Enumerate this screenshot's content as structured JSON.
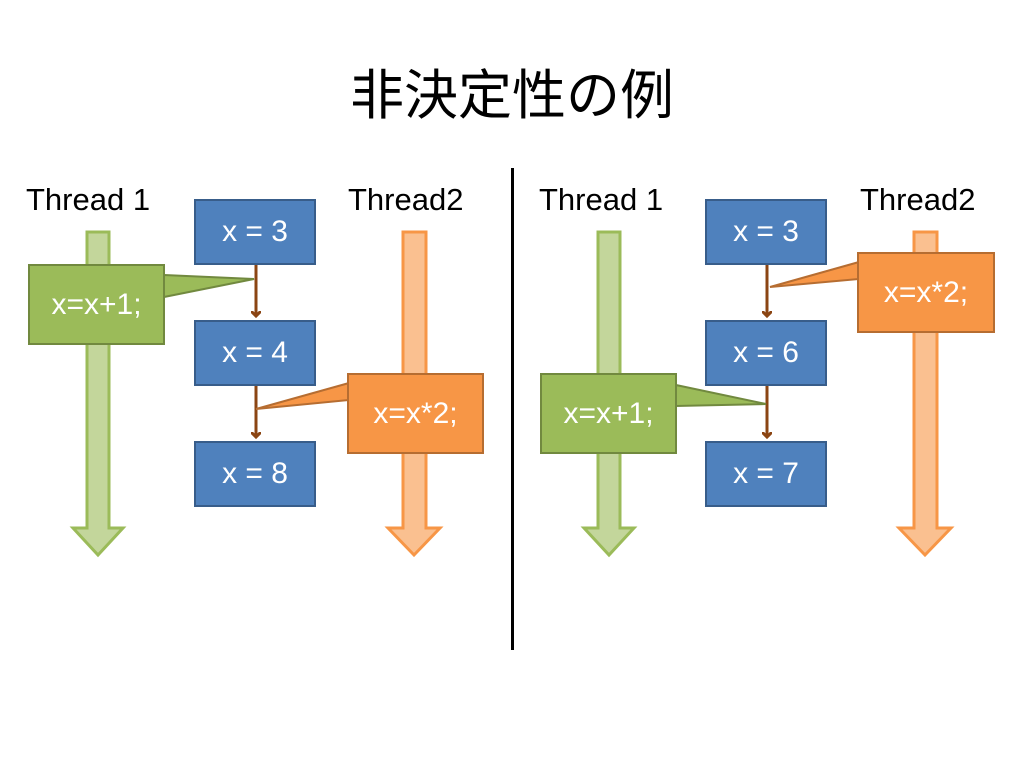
{
  "slide": {
    "title": "非決定性の例"
  },
  "colors": {
    "state_box": "#4f81bd",
    "thread1": "#9bbb59",
    "thread1_light": "#c3d69b",
    "thread2": "#f79646",
    "thread2_light": "#fac090",
    "flow_arrow": "#8b4513"
  },
  "left_scenario": {
    "thread1_label": "Thread 1",
    "thread2_label": "Thread2",
    "states": [
      "x = 3",
      "x = 4",
      "x = 8"
    ],
    "thread1_op": "x=x+1;",
    "thread2_op": "x=x*2;"
  },
  "right_scenario": {
    "thread1_label": "Thread 1",
    "thread2_label": "Thread2",
    "states": [
      "x = 3",
      "x = 6",
      "x = 7"
    ],
    "thread1_op": "x=x+1;",
    "thread2_op": "x=x*2;"
  }
}
